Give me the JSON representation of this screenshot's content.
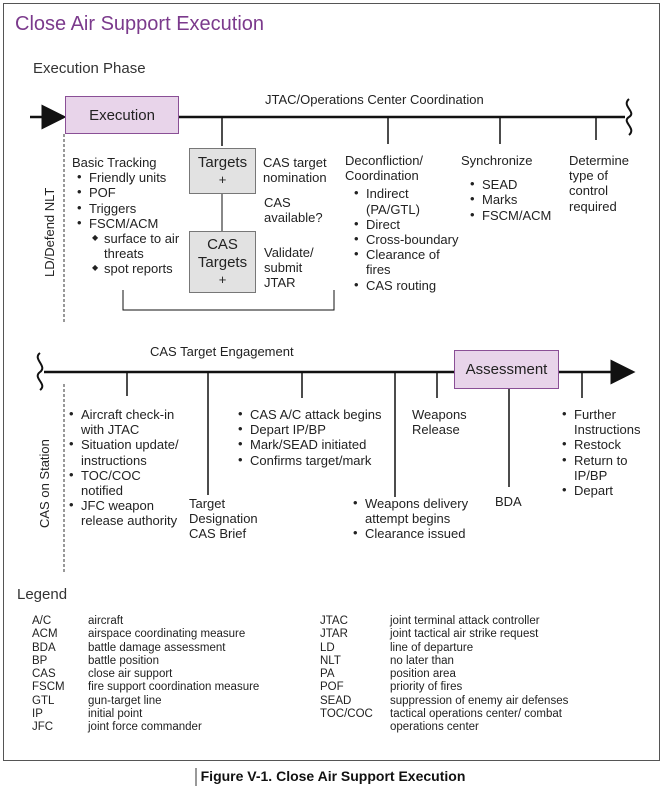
{
  "title": "Close Air Support Execution",
  "execution_phase": {
    "heading": "Execution Phase",
    "execution_box": "Execution",
    "timeline_label": "JTAC/Operations Center Coordination",
    "side_label": "LD/Defend NLT",
    "basic_tracking": {
      "heading": "Basic Tracking",
      "items": [
        "Friendly units",
        "POF",
        "Triggers",
        "FSCM/ACM"
      ],
      "sub_items": [
        "surface to air threats",
        "spot reports"
      ]
    },
    "targets_box": {
      "label": "Targets",
      "plus": "+"
    },
    "cas_targets_box": {
      "label": "CAS Targets",
      "plus": "+"
    },
    "cas_target_nomination": "CAS target nomination",
    "cas_available": "CAS available?",
    "validate_submit": "Validate/ submit JTAR",
    "deconfliction": {
      "heading": "Deconfliction/ Coordination",
      "items": [
        "Indirect (PA/GTL)",
        "Direct",
        "Cross-boundary",
        "Clearance of fires",
        "CAS routing"
      ]
    },
    "synchronize": {
      "heading": "Synchronize",
      "items": [
        "SEAD",
        "Marks",
        "FSCM/ACM"
      ]
    },
    "determine": "Determine type of control required"
  },
  "engagement_phase": {
    "timeline_label": "CAS Target Engagement",
    "assessment_box": "Assessment",
    "side_label": "CAS on Station",
    "checkin_items": [
      "Aircraft check-in with JTAC",
      "Situation update/ instructions",
      "TOC/COC notified",
      "JFC weapon release authority"
    ],
    "target_designation": "Target Designation CAS Brief",
    "attack_items": [
      "CAS A/C attack begins",
      "Depart IP/BP",
      "Mark/SEAD initiated",
      "Confirms target/mark"
    ],
    "weapons_release": "Weapons Release",
    "weapons_delivery_items": [
      "Weapons delivery attempt begins",
      "Clearance issued"
    ],
    "bda": "BDA",
    "further_items": [
      "Further Instructions",
      "Restock",
      "Return to IP/BP",
      "Depart"
    ]
  },
  "legend": {
    "heading": "Legend",
    "left": [
      {
        "abbr": "A/C",
        "def": "aircraft"
      },
      {
        "abbr": "ACM",
        "def": "airspace coordinating measure"
      },
      {
        "abbr": "BDA",
        "def": "battle damage assessment"
      },
      {
        "abbr": "BP",
        "def": "battle position"
      },
      {
        "abbr": "CAS",
        "def": "close air support"
      },
      {
        "abbr": "FSCM",
        "def": "fire support coordination measure"
      },
      {
        "abbr": "GTL",
        "def": "gun-target line"
      },
      {
        "abbr": "IP",
        "def": "initial point"
      },
      {
        "abbr": "JFC",
        "def": "joint force commander"
      }
    ],
    "right": [
      {
        "abbr": "JTAC",
        "def": "joint terminal attack controller"
      },
      {
        "abbr": "JTAR",
        "def": "joint tactical air strike request"
      },
      {
        "abbr": "LD",
        "def": "line of departure"
      },
      {
        "abbr": "NLT",
        "def": "no later than"
      },
      {
        "abbr": "PA",
        "def": "position area"
      },
      {
        "abbr": "POF",
        "def": "priority of fires"
      },
      {
        "abbr": "SEAD",
        "def": "suppression of enemy air defenses"
      },
      {
        "abbr": "TOC/COC",
        "def": "tactical operations center/ combat operations center"
      }
    ]
  },
  "caption": "Figure V-1.  Close Air Support Execution"
}
